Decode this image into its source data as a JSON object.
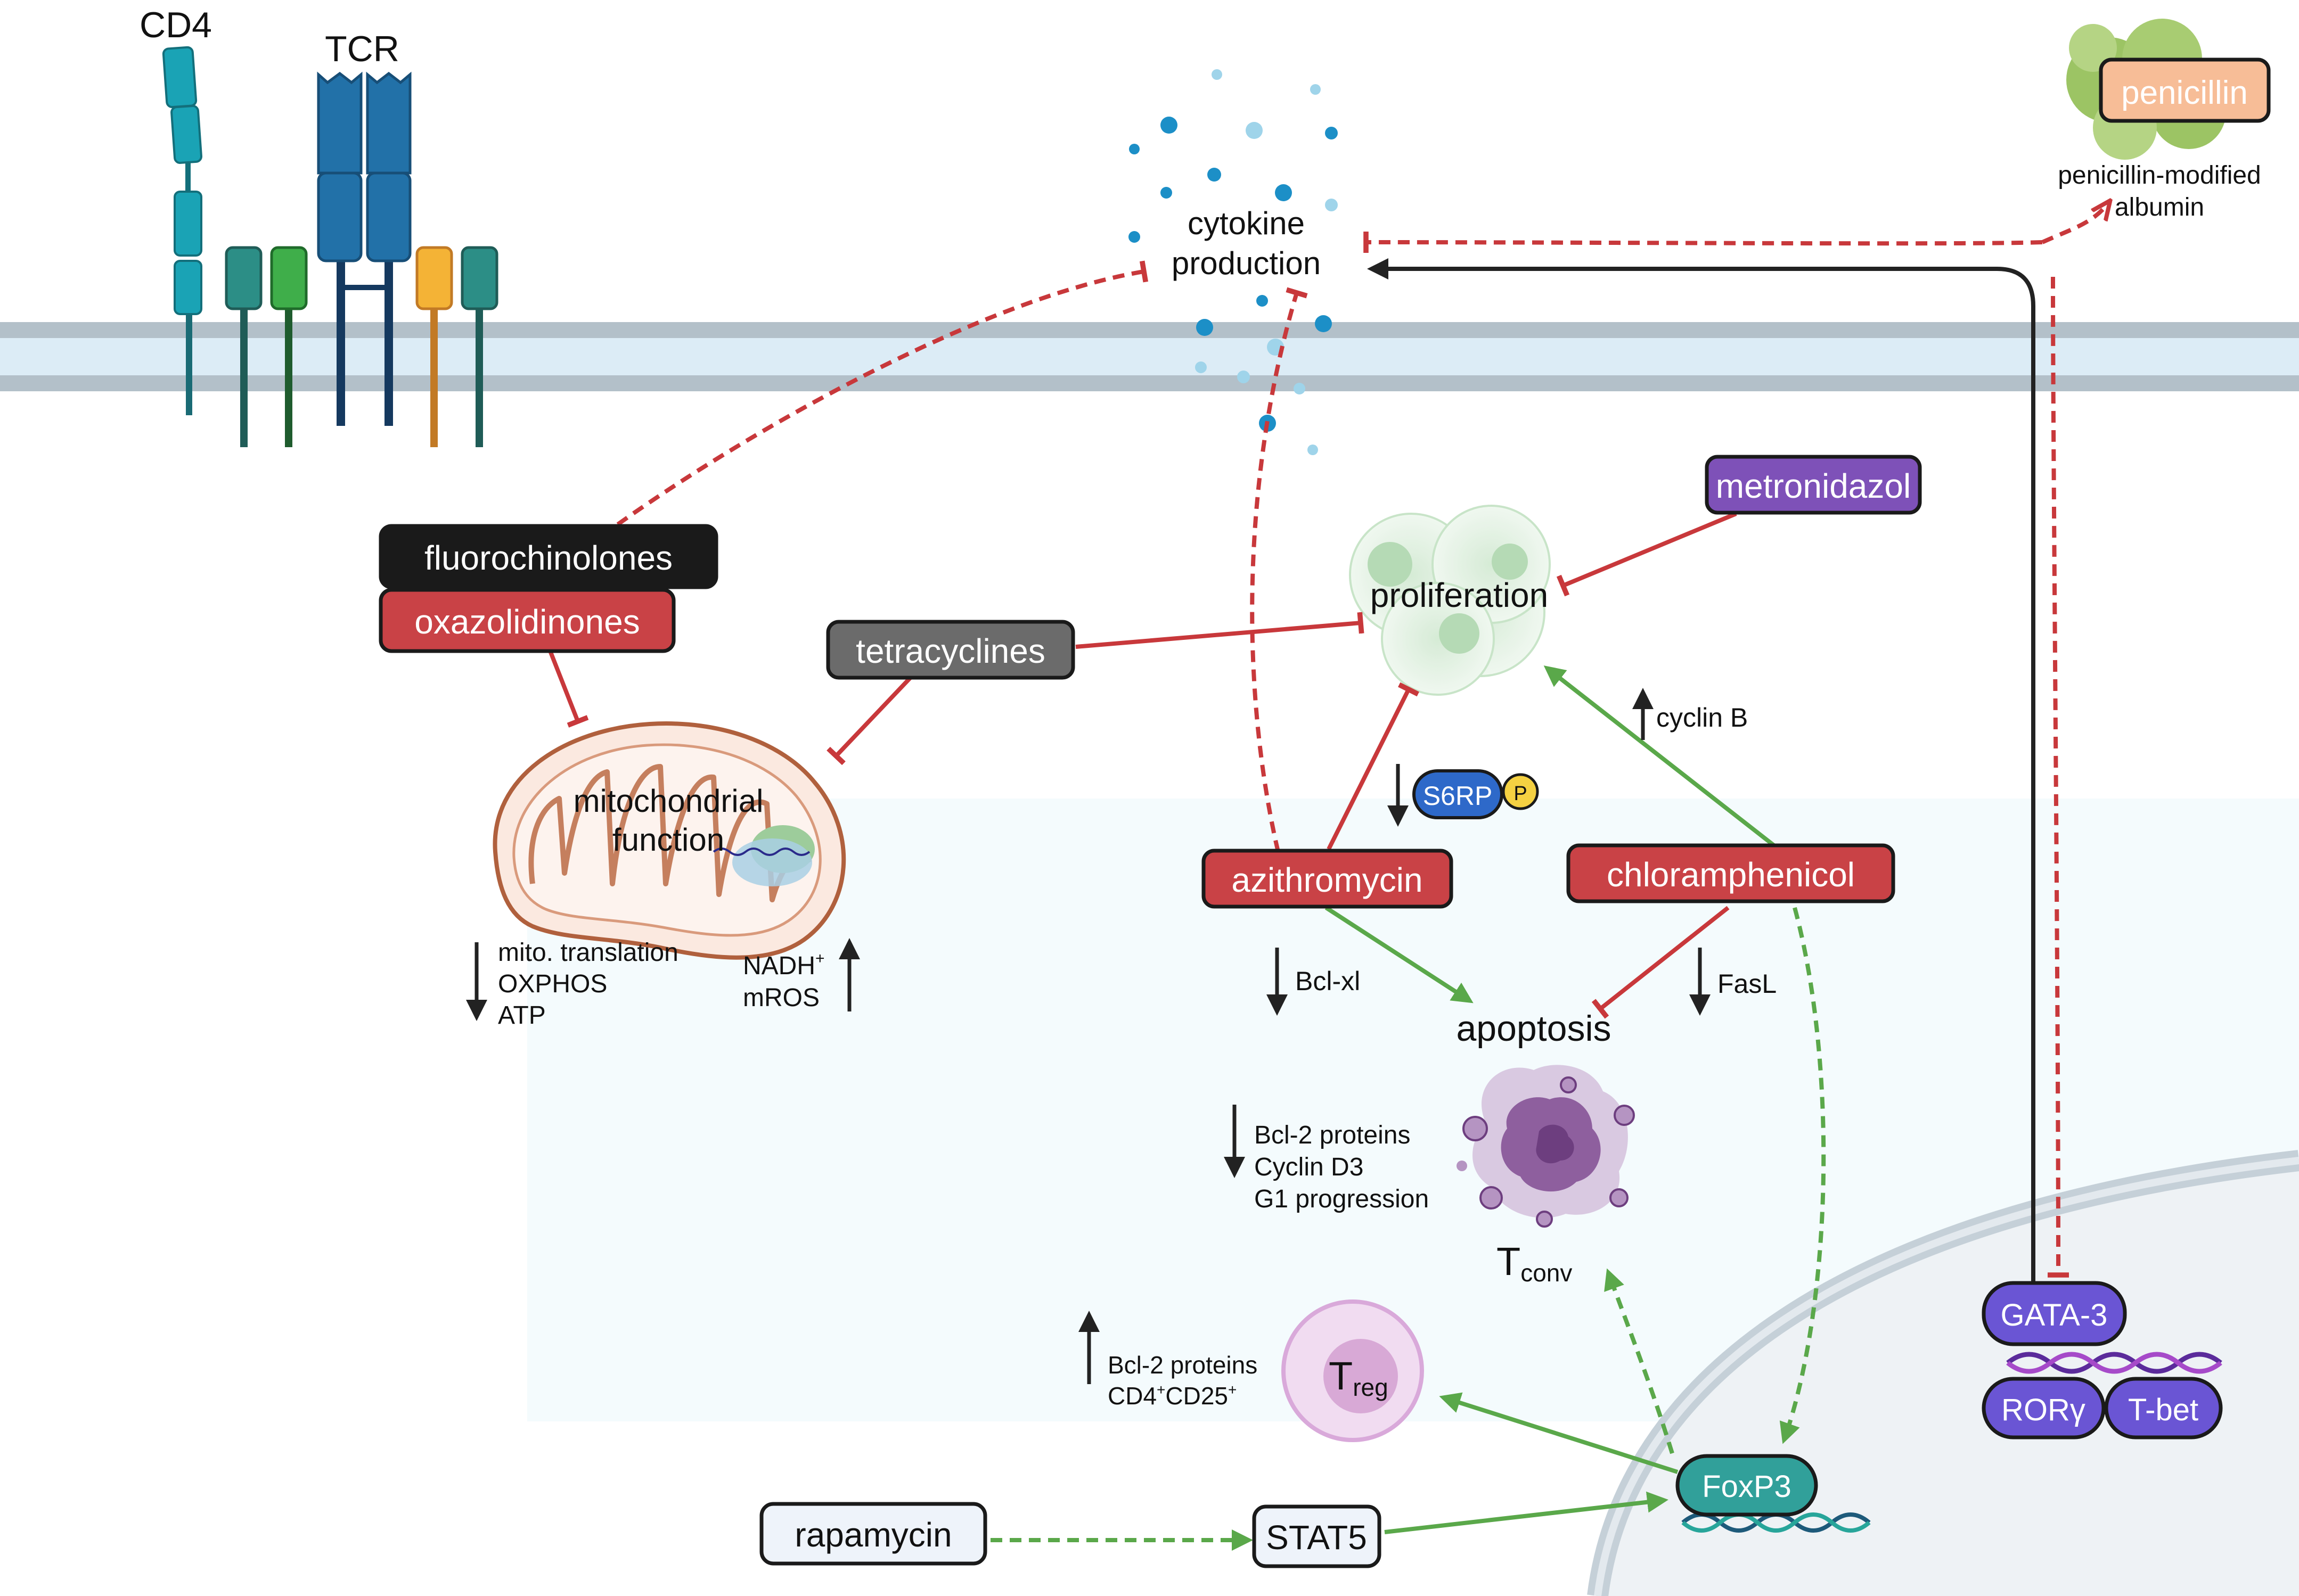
{
  "receptors": {
    "cd4": "CD4",
    "tcr": "TCR"
  },
  "cytokine": {
    "line1": "cytokine",
    "line2": "production"
  },
  "penicillin": {
    "label": "penicillin",
    "caption1": "penicillin-modified",
    "caption2": "albumin"
  },
  "drugs": {
    "fluorochinolones": "fluorochinolones",
    "oxazolidinones": "oxazolidinones",
    "tetracyclines": "tetracyclines",
    "metronidazol": "metronidazol",
    "azithromycin": "azithromycin",
    "chloramphenicol": "chloramphenicol",
    "rapamycin": "rapamycin"
  },
  "proliferation": "proliferation",
  "cyclin_b": "cyclin B",
  "s6rp": {
    "label": "S6RP",
    "phospho": "P"
  },
  "mito": {
    "line1": "mitochondrial",
    "line2": "function",
    "down1": "mito. translation",
    "down2": "OXPHOS",
    "down3": "ATP",
    "up1": "NADH",
    "up1_sup": "+",
    "up2": "mROS"
  },
  "apoptosis": "apoptosis",
  "bcl_xl": "Bcl-xl",
  "fasl": "FasL",
  "tconv_effects": {
    "l1": "Bcl-2 proteins",
    "l2": "Cyclin D3",
    "l3": "G1 progression"
  },
  "tconv": {
    "main": "T",
    "sub": "conv"
  },
  "treg": {
    "main": "T",
    "sub": "reg"
  },
  "treg_effects": {
    "l1": "Bcl-2 proteins",
    "l2a": "CD4",
    "l2b": "+",
    "l2c": "CD25",
    "l2d": "+"
  },
  "stat5": "STAT5",
  "foxp3": "FoxP3",
  "tf": {
    "gata3": "GATA-3",
    "rory": "RORγ",
    "tbet": "T-bet"
  },
  "colors": {
    "red_box": "#c94246",
    "black_box": "#1a1a1a",
    "grey_box": "#6b6b6b",
    "purple_box": "#7e51b8",
    "orange_box": "#f7bd97",
    "inhibit_red": "#c8383b",
    "activate_green": "#5aa84a",
    "membrane": "#b3c0c9",
    "membrane_inner": "#dcecf6"
  }
}
